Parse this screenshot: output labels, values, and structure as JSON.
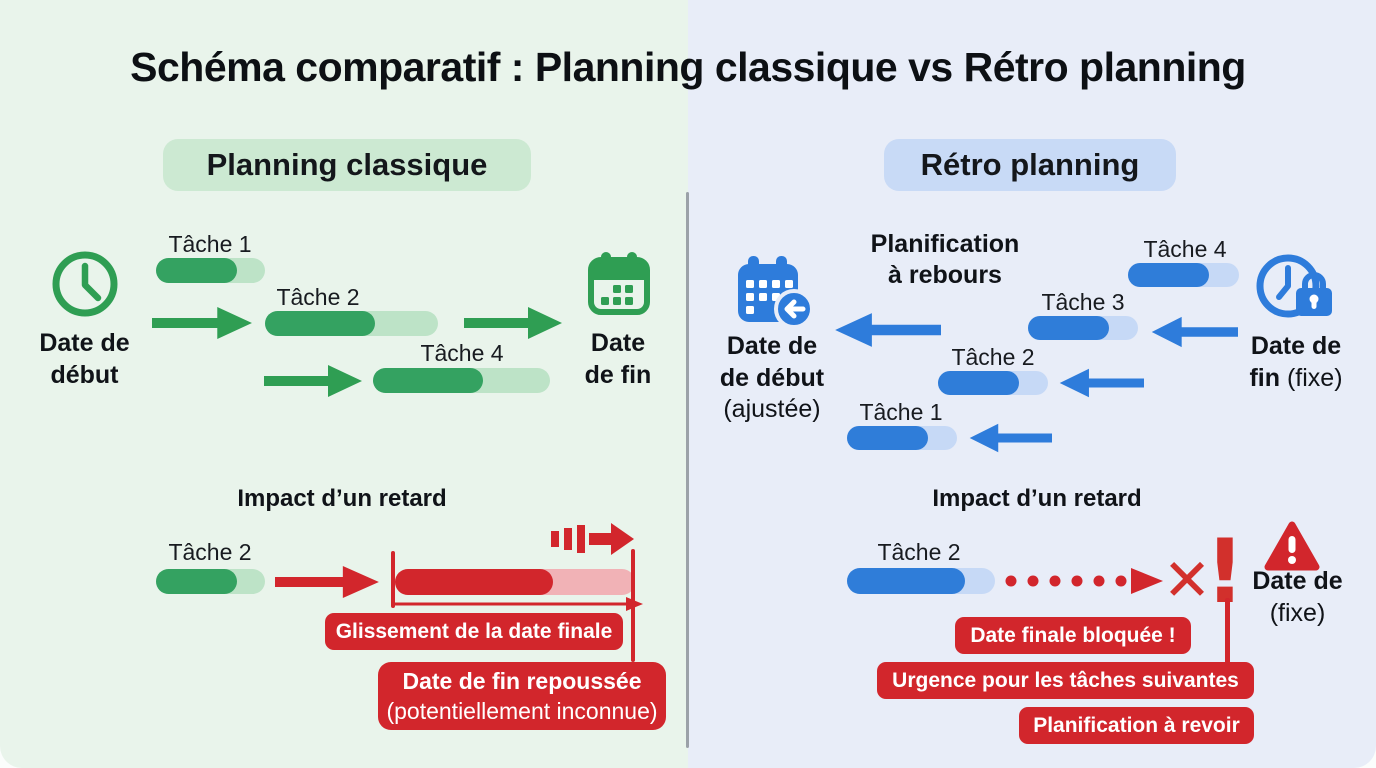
{
  "title": "Schéma comparatif : Planning classique vs Rétro planning",
  "left": {
    "badge": "Planning classique",
    "start_date": {
      "line1": "Date de",
      "line2": "début"
    },
    "end_date": {
      "line1": "Date",
      "line2": "de fin"
    },
    "task1": "Tâche 1",
    "task2": "Tâche 2",
    "task4": "Tâche 4",
    "impact": {
      "heading": "Impact d’un retard",
      "task": "Tâche 2",
      "slip_label": "Glissement de la date finale",
      "pushed_line1": "Date de fin repoussée",
      "pushed_line2": "(potentiellement inconnue)"
    }
  },
  "right": {
    "badge": "Rétro planning",
    "subtitle": {
      "line1": "Planification",
      "line2": "à rebours"
    },
    "start_date": {
      "line1": "Date de",
      "line2": "de début",
      "line3": "(ajustée)"
    },
    "end_date": {
      "line1": "Date de",
      "bold": "fin",
      "regular": "(fixe)"
    },
    "task4": "Tâche 4",
    "task3": "Tâche 3",
    "task2": "Tâche 2",
    "task1": "Tâche 1",
    "impact": {
      "heading": "Impact d’un retard",
      "task": "Tâche 2",
      "x_mark": "✕",
      "exclamation": "!",
      "fixed_date": {
        "line1": "Date de",
        "line2": "(fixe)"
      },
      "blocked_label": "Date finale bloquée !",
      "urgency_label": "Urgence pour les tâches suivantes",
      "replan_label": "Planification à revoir"
    }
  },
  "colors": {
    "green_accent": "#2f9e53",
    "green_bar": "#34a261",
    "green_bar_light": "#bde3c7",
    "green_panel_bg": "#e9f4eb",
    "green_badge_bg": "#cce9d2",
    "blue_accent": "#2e7cdb",
    "blue_bar": "#2f7dd9",
    "blue_bar_light": "#c6d9f6",
    "blue_panel_bg": "#e8edf8",
    "blue_badge_bg": "#c8daf6",
    "red_accent": "#d2262c",
    "red_bar_light": "#f1b2b6"
  }
}
